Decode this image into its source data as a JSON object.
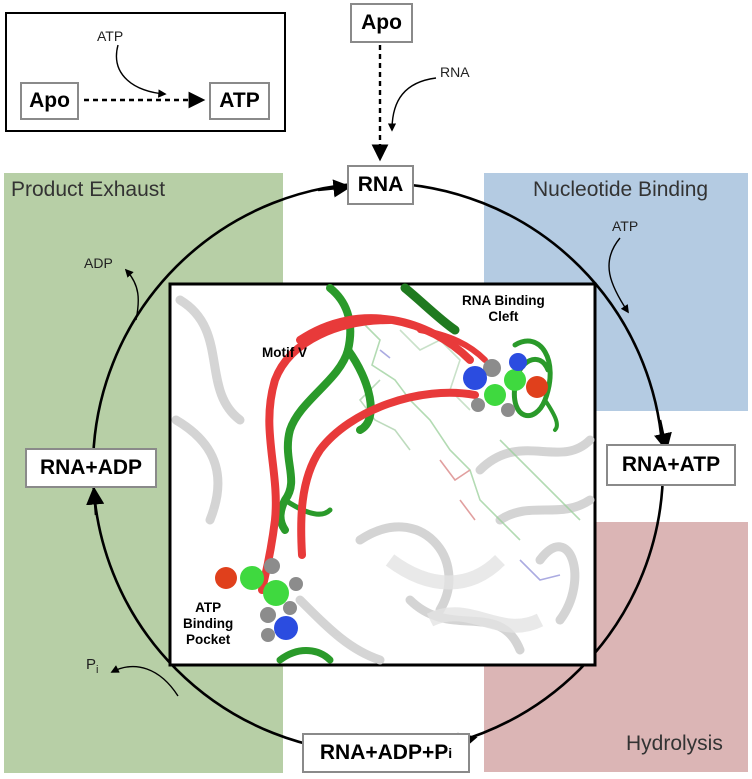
{
  "regions": {
    "product_exhaust": {
      "label": "Product Exhaust",
      "color": "#b7cfa6"
    },
    "nucleotide_binding": {
      "label": "Nucleotide Binding",
      "color": "#b4cbe2"
    },
    "hydrolysis": {
      "label": "Hydrolysis",
      "color": "#dbb5b5"
    }
  },
  "legend": {
    "from_state": "Apo",
    "to_state": "ATP",
    "arrow_label": "ATP"
  },
  "states": {
    "apo": "Apo",
    "rna": "RNA",
    "rna_atp": "RNA+ATP",
    "rna_adp_pi": "RNA+ADP+P",
    "rna_adp_pi_sub": "i",
    "rna_adp": "RNA+ADP"
  },
  "transitions": {
    "rna_in": "RNA",
    "atp_in": "ATP",
    "adp_out": "ADP",
    "pi_out": "P",
    "pi_out_sub": "i"
  },
  "inset": {
    "motif_v": "Motif V",
    "rna_cleft": "RNA Binding\nCleft",
    "atp_pocket": "ATP\nBinding\nPocket"
  },
  "colors": {
    "motif_helix": "#e83a3a",
    "strand_green": "#2a9a2a",
    "atom_carbon": "#3fd93f",
    "atom_oxygen": "#e0401c",
    "atom_nitrogen": "#2b4ce0",
    "atom_hydrogen": "#8c8c8c"
  }
}
